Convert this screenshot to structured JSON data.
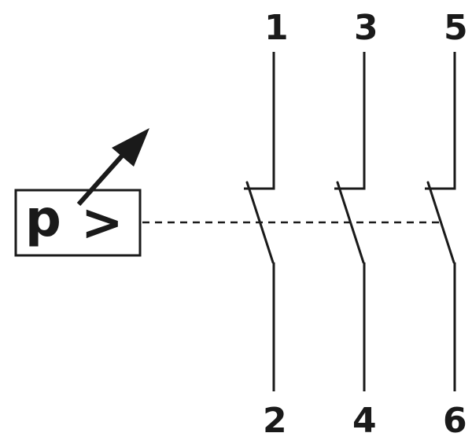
{
  "relay": {
    "symbol_p": "p",
    "symbol_gt": ">"
  },
  "contacts": [
    {
      "top_label": "1",
      "bottom_label": "2"
    },
    {
      "top_label": "3",
      "bottom_label": "4"
    },
    {
      "top_label": "5",
      "bottom_label": "6"
    }
  ],
  "colors": {
    "stroke": "#1a1a1a",
    "background": "#ffffff"
  }
}
